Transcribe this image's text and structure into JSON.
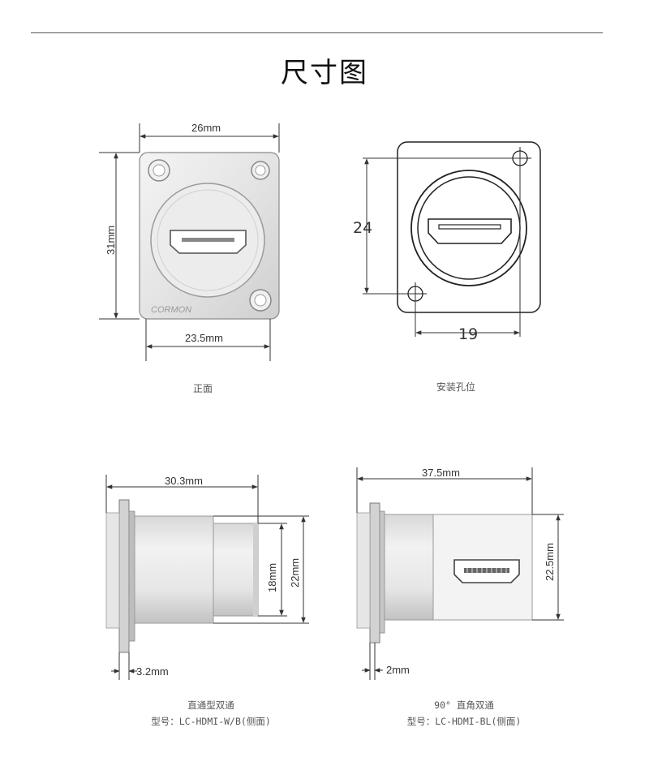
{
  "title": "尺寸图",
  "front": {
    "caption": "正面",
    "width_label": "26mm",
    "height_label": "31mm",
    "inner_width_label": "23.5mm",
    "brand": "CORMON"
  },
  "mount": {
    "caption": "安装孔位",
    "vertical_label": "24",
    "horizontal_label": "19"
  },
  "side_straight": {
    "caption_line1": "直通型双通",
    "caption_line2": "型号：LC-HDMI-W/B(侧面)",
    "length_label": "30.3mm",
    "inner_height_label": "18mm",
    "outer_height_label": "22mm",
    "flange_label": "3.2mm"
  },
  "side_angle": {
    "caption_line1": "90° 直角双通",
    "caption_line2": "型号：LC-HDMI-BL(侧面)",
    "length_label": "37.5mm",
    "height_label": "22.5mm",
    "flange_label": "2mm"
  }
}
